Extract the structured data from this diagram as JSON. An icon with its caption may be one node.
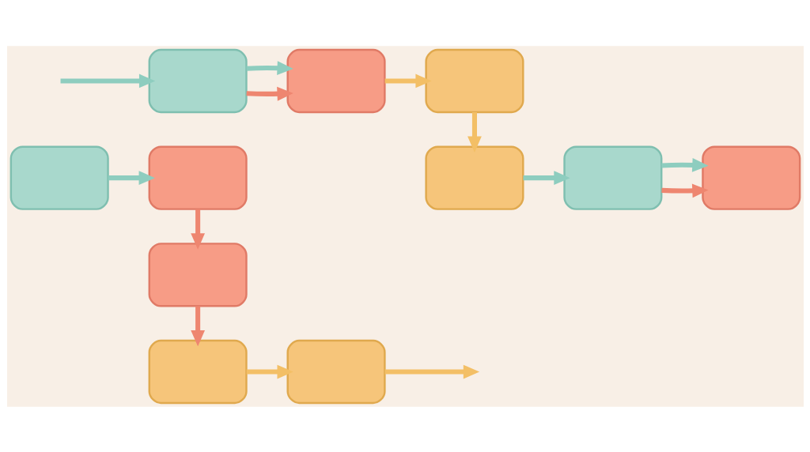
{
  "diagram": {
    "nodes": [
      {
        "text": [],
        "shape": "box"
      },
      {
        "text": [],
        "shape": "box"
      },
      {
        "text": [],
        "shape": "box"
      },
      {
        "text": [],
        "shape": "box"
      },
      {
        "text": [],
        "shape": "box"
      },
      {
        "text": [],
        "shape": "box"
      },
      {
        "text": [],
        "shape": "box"
      },
      {
        "text": [],
        "shape": "box"
      },
      {
        "text": [],
        "shape": "box"
      },
      {
        "text": [],
        "shape": "box"
      },
      {
        "text": [],
        "shape": "box"
      }
    ],
    "edges": [
      {
        "from": 0,
        "to": 1,
        "arrow": "to",
        "color": "#8ecdbf"
      },
      {
        "from": 1,
        "to": 2,
        "arrow": "to",
        "color": "#ee8670"
      },
      {
        "from": 2,
        "to": 3,
        "arrow": "to",
        "color": "#ee8670"
      },
      {
        "from": 3,
        "to": 4,
        "arrow": "to",
        "color": "#f3bf66"
      },
      {
        "from": 4,
        "to": null,
        "arrow": "to",
        "color": "#f3bf66"
      },
      {
        "from": null,
        "to": 5,
        "arrow": "to",
        "color": "#8ecdbf"
      },
      {
        "from": 5,
        "to": 6,
        "arrow": "to",
        "color": "#ee8670"
      },
      {
        "from": 5,
        "to": 6,
        "arrow": "to",
        "color": "#8ecdbf"
      },
      {
        "from": 6,
        "to": 8,
        "arrow": "to",
        "color": "#f3bf66"
      },
      {
        "from": 8,
        "to": 7,
        "arrow": "to",
        "color": "#f3bf66"
      },
      {
        "from": 7,
        "to": 9,
        "arrow": "to",
        "color": "#8ecdbf"
      },
      {
        "from": 9,
        "to": 10,
        "arrow": "to",
        "color": "#ee8670"
      },
      {
        "from": 9,
        "to": 10,
        "arrow": "to",
        "color": "#8ecdbf"
      }
    ]
  }
}
